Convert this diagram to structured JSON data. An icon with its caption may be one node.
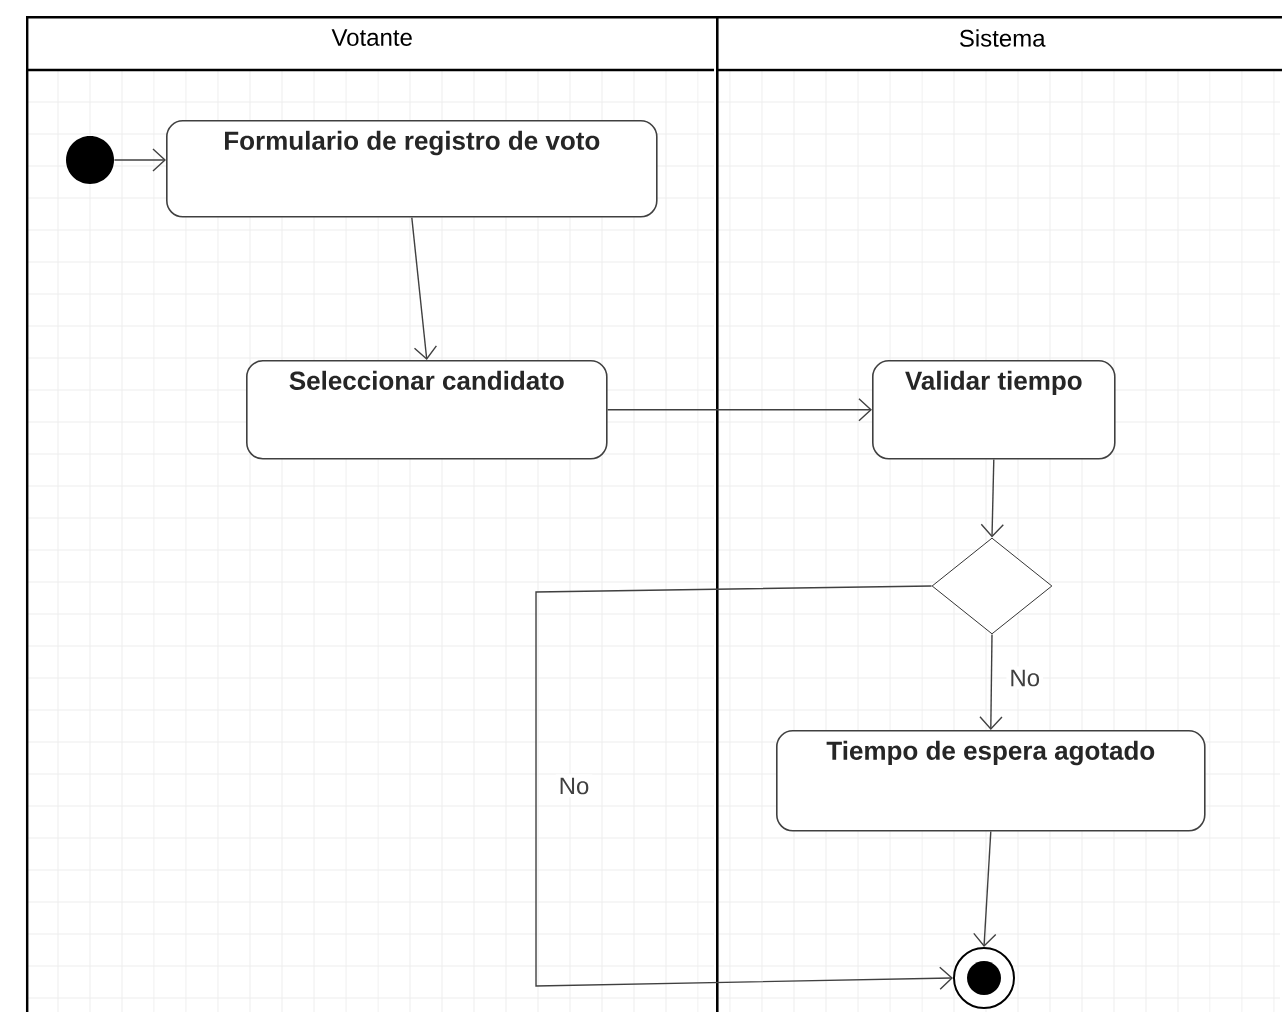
{
  "diagram": {
    "nodes": [
      {
        "text": [
          "Votante"
        ]
      },
      {
        "text": [
          "Sistema"
        ]
      },
      {
        "text": [],
        "shape": "circle",
        "in": 0
      },
      {
        "text": [
          "Formulario de registro de voto"
        ],
        "in": 0
      },
      {
        "text": [
          "Seleccionar candidato"
        ],
        "in": 0
      },
      {
        "text": [
          "Validar tiempo"
        ],
        "in": 1
      },
      {
        "text": [],
        "shape": "diamond",
        "in": 1
      },
      {
        "text": [
          "Tiempo de espera agotado"
        ],
        "in": 1
      },
      {
        "text": [],
        "shape": "circle",
        "in": 1
      }
    ],
    "edges": [
      {
        "from": 2,
        "to": 3,
        "arrow": "to"
      },
      {
        "from": 3,
        "to": 4,
        "arrow": "to"
      },
      {
        "from": 4,
        "to": 5,
        "arrow": "to"
      },
      {
        "from": 5,
        "to": 6,
        "arrow": "to"
      },
      {
        "from": 6,
        "to": 7,
        "arrow": "to",
        "label": "No"
      },
      {
        "from": 6,
        "to": 8,
        "arrow": "to",
        "label": "No"
      },
      {
        "from": 7,
        "to": 8,
        "arrow": "to"
      }
    ]
  }
}
